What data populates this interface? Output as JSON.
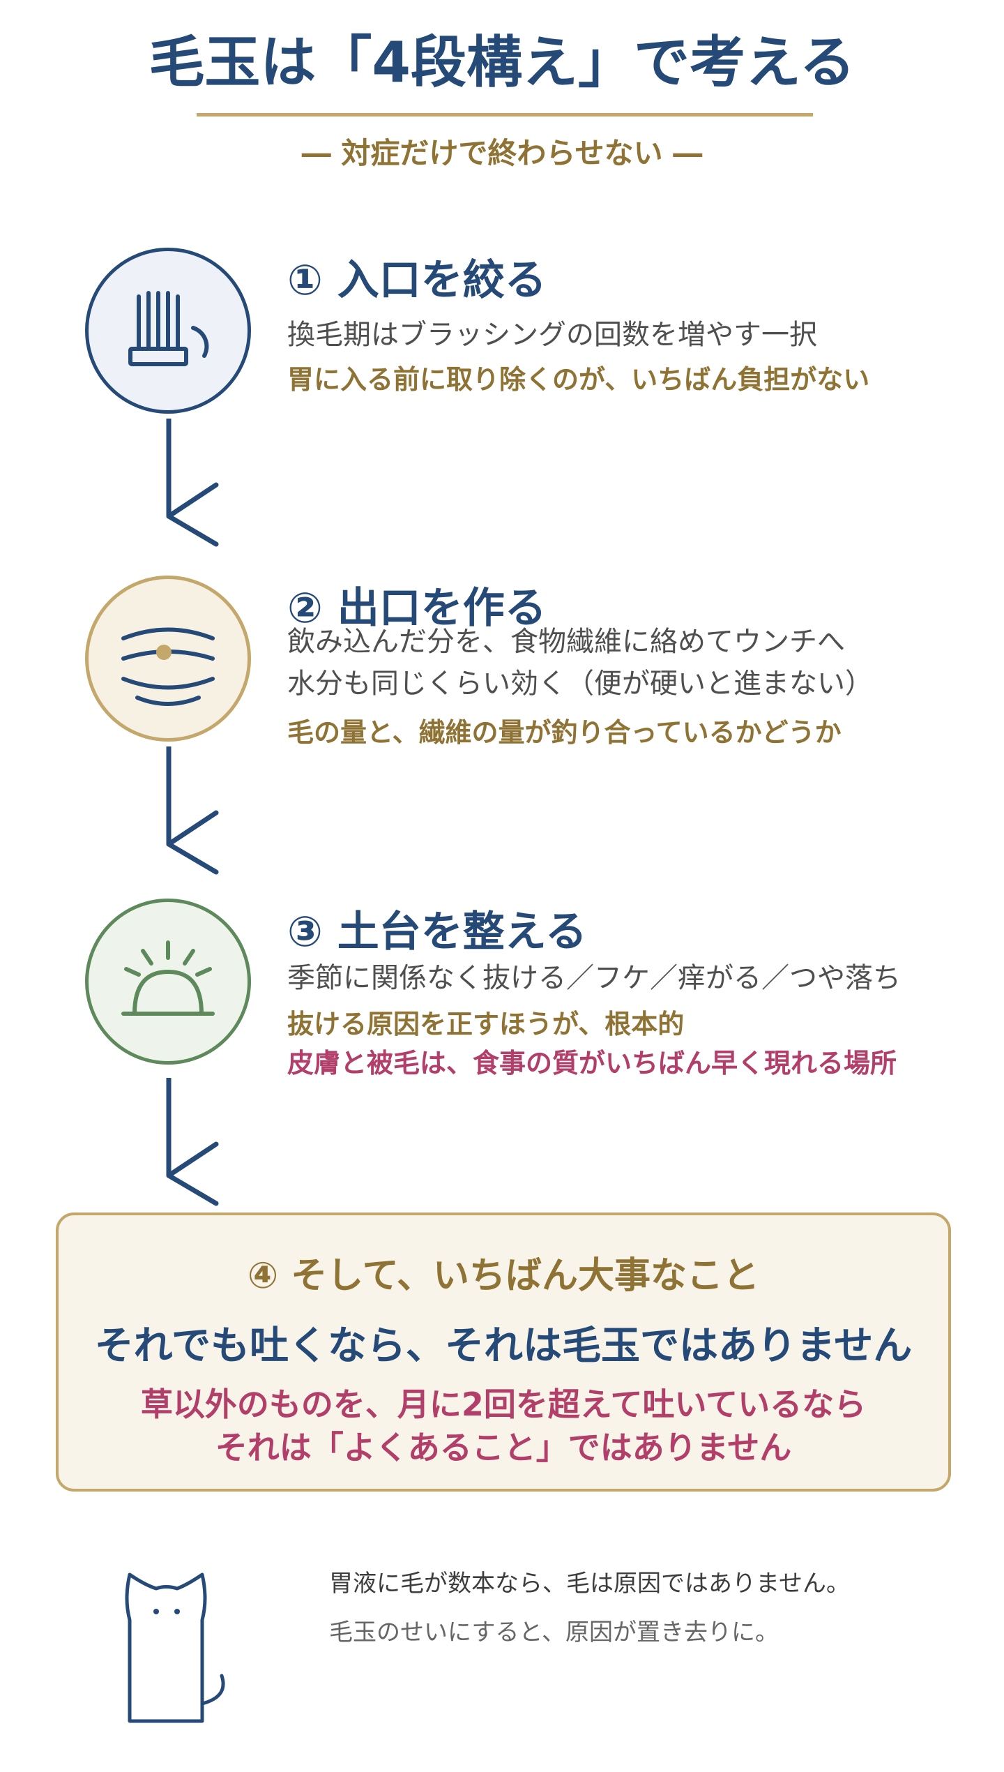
{
  "title": "毛玉は「4段構え」で考える",
  "subtitle": "― 対症だけで終わらせない ―",
  "steps": [
    {
      "title": "① 入口を絞る",
      "body": [
        "換毛期はブラッシングの回数を増やす一択"
      ],
      "notes": [
        "胃に入る前に取り除くのが、いちばん負担がない"
      ]
    },
    {
      "title": "② 出口を作る",
      "body": [
        "飲み込んだ分を、食物繊維に絡めてウンチへ",
        "水分も同じくらい効く（便が硬いと進まない）"
      ],
      "notes": [
        "毛の量と、繊維の量が釣り合っているかどうか"
      ]
    },
    {
      "title": "③ 土台を整える",
      "body": [
        "季節に関係なく抜ける／フケ／痒がる／つや落ち"
      ],
      "notes": [
        "抜ける原因を正すほうが、根本的",
        "皮膚と被毛は、食事の質がいちばん早く現れる場所"
      ]
    }
  ],
  "highlight": {
    "heading": "④ そして、いちばん大事なこと",
    "main": "それでも吐くなら、それは毛玉ではありません",
    "warning": [
      "草以外のものを、月に2回を超えて吐いているなら",
      "それは「よくあること」ではありません"
    ]
  },
  "footer": {
    "lines": [
      "胃液に毛が数本なら、毛は原因ではありません。",
      "毛玉のせいにすると、原因が置き去りに。"
    ]
  },
  "icons": {
    "step1": "brush-icon",
    "step2": "digestion-flow-icon",
    "step3": "sprouting-mound-icon",
    "connector": "chevron-arrow-icon",
    "footer": "cat-outline-icon"
  },
  "colors": {
    "navy": "#264a78",
    "gold": "#c4a76a",
    "gold_text": "#8f7334",
    "green": "#5e8a5b",
    "rose": "#b23e6a",
    "cream": "#f8f4e9"
  }
}
